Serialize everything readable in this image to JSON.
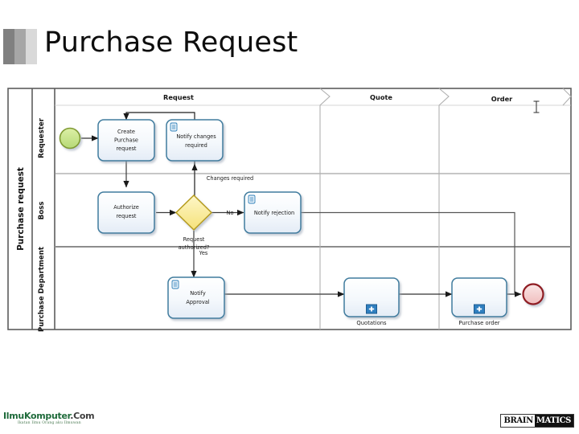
{
  "slide": {
    "title": "Purchase Request"
  },
  "diagram": {
    "type": "bpmn",
    "pool": {
      "label": "Purchase request"
    },
    "lanes": [
      {
        "id": "requester",
        "label": "Requester"
      },
      {
        "id": "boss",
        "label": "Boss"
      },
      {
        "id": "purchase-department",
        "label": "Purchase Department"
      }
    ],
    "phases": [
      {
        "id": "request",
        "label": "Request"
      },
      {
        "id": "quote",
        "label": "Quote"
      },
      {
        "id": "order",
        "label": "Order"
      }
    ],
    "events": [
      {
        "id": "start",
        "type": "start-event",
        "label": "",
        "lane": "requester",
        "color": "#c6e08a",
        "stroke": "#7f9a32"
      },
      {
        "id": "end",
        "type": "end-event",
        "label": "",
        "lane": "purchase-department",
        "color": "#f6d2d2",
        "stroke": "#8f1d22"
      }
    ],
    "tasks": [
      {
        "id": "create-purchase-request",
        "label": "Create\nPurchase\nrequest",
        "lines": [
          "Create",
          "Purchase",
          "request"
        ],
        "lane": "requester",
        "phase": "request",
        "icon": "none"
      },
      {
        "id": "notify-changes-required",
        "label": "Notify changes\nrequired",
        "lines": [
          "Notify changes",
          "required"
        ],
        "lane": "requester",
        "phase": "request",
        "icon": "user-task-icon"
      },
      {
        "id": "authorize-request",
        "label": "Authorize\nrequest",
        "lines": [
          "Authorize",
          "request"
        ],
        "lane": "boss",
        "phase": "request",
        "icon": "none"
      },
      {
        "id": "notify-rejection",
        "label": "Notify rejection",
        "lines": [
          "Notify rejection"
        ],
        "lane": "boss",
        "phase": "request",
        "icon": "user-task-icon"
      },
      {
        "id": "notify-approval",
        "label": "Notify\nApproval",
        "lines": [
          "Notify",
          "Approval"
        ],
        "lane": "purchase-department",
        "phase": "request",
        "icon": "user-task-icon"
      }
    ],
    "subprocesses": [
      {
        "id": "quotations",
        "label": "Quotations",
        "lane": "purchase-department",
        "phase": "quote",
        "marker": "plus-marker"
      },
      {
        "id": "purchase-order",
        "label": "Purchase order",
        "lane": "purchase-department",
        "phase": "order",
        "marker": "plus-marker"
      }
    ],
    "gateways": [
      {
        "id": "request-authorized",
        "type": "exclusive-gateway",
        "label": "Request\nauthorized?",
        "lines": [
          "Request",
          "authorized?"
        ],
        "lane": "boss",
        "fill": "#ffef9e",
        "stroke": "#b59b1c"
      }
    ],
    "flow_labels": [
      {
        "id": "changes-required",
        "text": "Changes required"
      },
      {
        "id": "no",
        "text": "No"
      },
      {
        "id": "yes",
        "text": "Yes"
      }
    ]
  },
  "cursor": {
    "type": "text-ibeam-cursor"
  },
  "footer": {
    "left_logo": {
      "name": "IlmuKomputer",
      "suffix": ".Com",
      "tagline": "Ikatan Ilmu Orang aku Ilmuwan"
    },
    "right_logo": {
      "part_a": "BRAIN",
      "part_b": "MATICS"
    }
  }
}
